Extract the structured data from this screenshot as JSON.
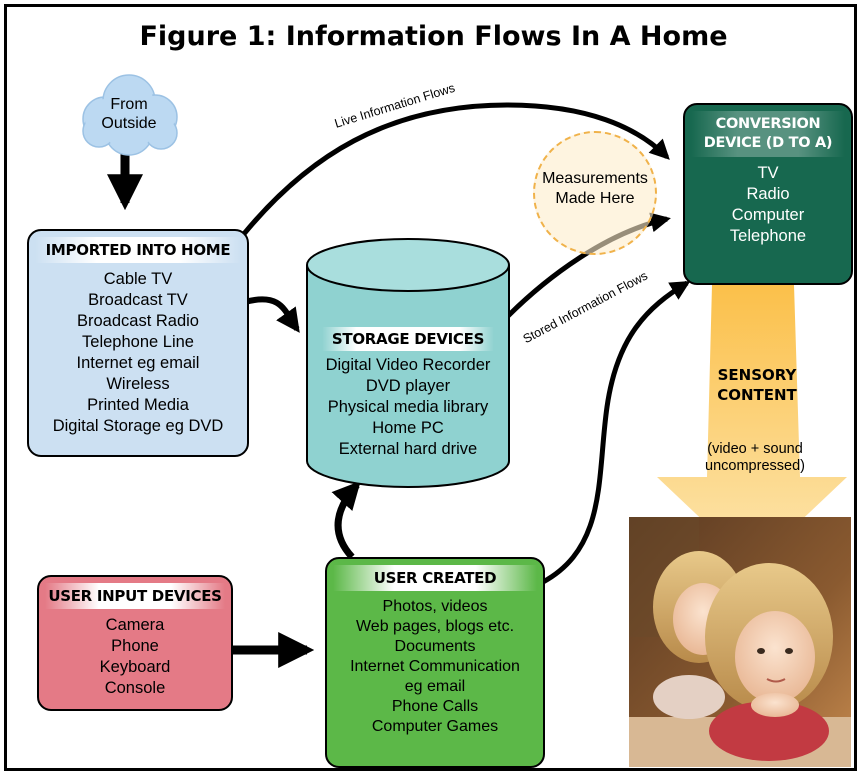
{
  "title": "Figure 1:  Information Flows In A Home",
  "cloud": {
    "line1": "From",
    "line2": "Outside"
  },
  "imported": {
    "heading": "IMPORTED INTO HOME",
    "items": [
      "Cable TV",
      "Broadcast TV",
      "Broadcast Radio",
      "Telephone Line",
      "Internet eg email",
      "Wireless",
      "Printed Media",
      "Digital Storage eg DVD"
    ]
  },
  "storage": {
    "heading": "STORAGE DEVICES",
    "items": [
      "Digital Video Recorder",
      "DVD player",
      "Physical media library",
      "Home PC",
      "External hard drive"
    ]
  },
  "user_input": {
    "heading": "USER INPUT DEVICES",
    "items": [
      "Camera",
      "Phone",
      "Keyboard",
      "Console"
    ]
  },
  "user_created": {
    "heading": "USER CREATED",
    "items": [
      "Photos, videos",
      "Web pages, blogs etc.",
      "Documents",
      "Internet Communication",
      "eg email",
      "Phone Calls",
      "Computer Games"
    ]
  },
  "conversion": {
    "heading_line1": "CONVERSION",
    "heading_line2": "DEVICE (D TO A)",
    "items": [
      "TV",
      "Radio",
      "Computer",
      "Telephone"
    ]
  },
  "measurements": {
    "line1": "Measurements",
    "line2": "Made Here"
  },
  "flows": {
    "live": "Live Information Flows",
    "stored": "Stored Information Flows"
  },
  "sensory": {
    "line1": "SENSORY",
    "line2": "CONTENT",
    "note_line1": "(video + sound",
    "note_line2": "uncompressed)"
  },
  "colors": {
    "imported": "#cce0f2",
    "storage": "#8fd2d0",
    "user_input": "#e47a86",
    "user_created": "#5cb848",
    "conversion": "#17684f",
    "cloud": "#bcd9f2",
    "measure_border": "#f0b24a",
    "sensory_arrow_top": "#fbc04a",
    "sensory_arrow_bottom": "#fde6b0"
  },
  "icons": {
    "photo": "children-watching-tv-photo"
  }
}
